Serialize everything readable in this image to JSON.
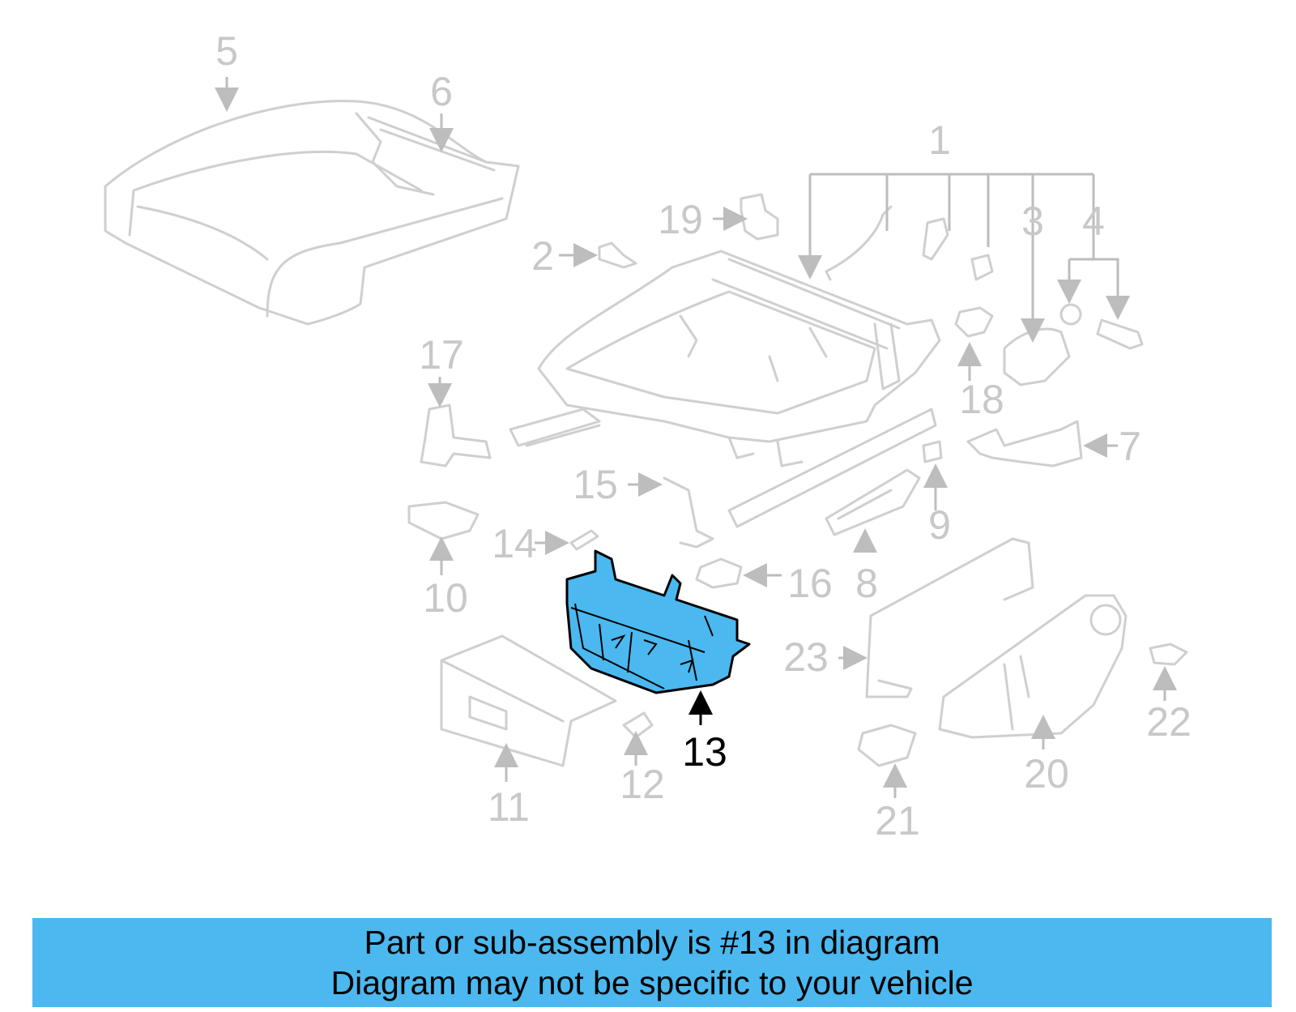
{
  "diagram": {
    "highlight_color": "#4bb8f0",
    "highlighted_callout": "13",
    "callouts": [
      "1",
      "2",
      "3",
      "4",
      "5",
      "6",
      "7",
      "8",
      "9",
      "10",
      "11",
      "12",
      "13",
      "14",
      "15",
      "16",
      "17",
      "18",
      "19",
      "20",
      "21",
      "22",
      "23"
    ]
  },
  "banner": {
    "background": "#4bb8f0",
    "line1": "Part or sub-assembly is #13 in diagram",
    "line2": "Diagram may not be specific to your vehicle"
  }
}
